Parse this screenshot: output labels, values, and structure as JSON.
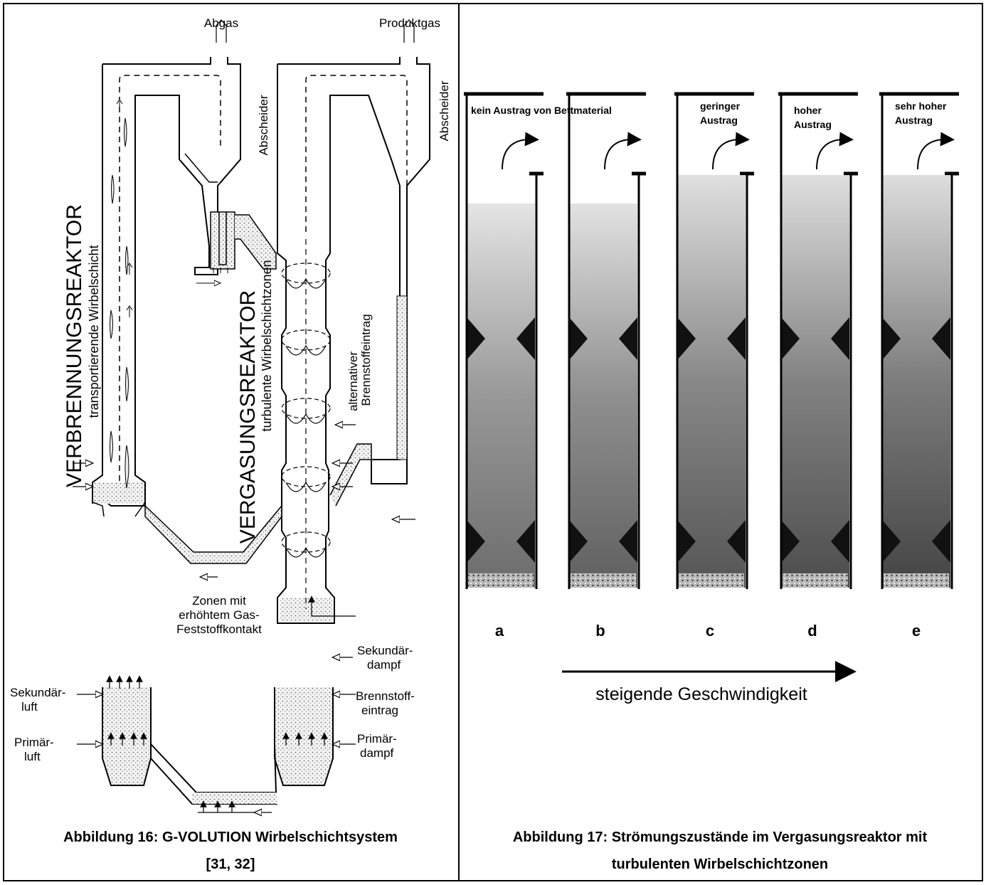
{
  "left_figure": {
    "outlets": {
      "exhaust": "Abgas",
      "product_gas": "Produktgas"
    },
    "separator_labels": [
      "Abscheider",
      "Abscheider"
    ],
    "combustion_reactor": {
      "title": "VERBRENNUNGSREAKTOR",
      "subtitle": "transportierende Wirbelschicht"
    },
    "gasification_reactor": {
      "title": "VERGASUNGSREAKTOR",
      "subtitle": "turbulente Wirbelschichtzonen"
    },
    "alt_fuel": {
      "line1": "alternativer",
      "line2": "Brennstoffeintrag"
    },
    "zones": {
      "line1": "Zonen mit",
      "line2": "erhöhtem Gas-",
      "line3": "Feststoffkontakt"
    },
    "secondary_steam": {
      "line1": "Sekundär-",
      "line2": "dampf"
    },
    "fuel_input": {
      "line1": "Brennstoff-",
      "line2": "eintrag"
    },
    "primary_steam": {
      "line1": "Primär-",
      "line2": "dampf"
    },
    "secondary_air": {
      "line1": "Sekundär-",
      "line2": "luft"
    },
    "primary_air": {
      "line1": "Primär-",
      "line2": "luft"
    },
    "caption_line1": "Abbildung 16: G-VOLUTION Wirbelschichtsystem",
    "caption_line2": "[31, 32]"
  },
  "right_figure": {
    "states": [
      {
        "letter": "a",
        "note1": "kein Austrag von Bettmaterial",
        "note2": ""
      },
      {
        "letter": "b",
        "note1": "",
        "note2": ""
      },
      {
        "letter": "c",
        "note1": "geringer",
        "note2": "Austrag"
      },
      {
        "letter": "d",
        "note1": "hoher",
        "note2": "Austrag"
      },
      {
        "letter": "e",
        "note1": "sehr hoher",
        "note2": "Austrag"
      }
    ],
    "speed_label": "steigende Geschwindigkeit",
    "caption_line1": "Abbildung 17: Strömungszustände im Vergasungsreaktor mit",
    "caption_line2": "turbulenten Wirbelschichtzonen"
  }
}
